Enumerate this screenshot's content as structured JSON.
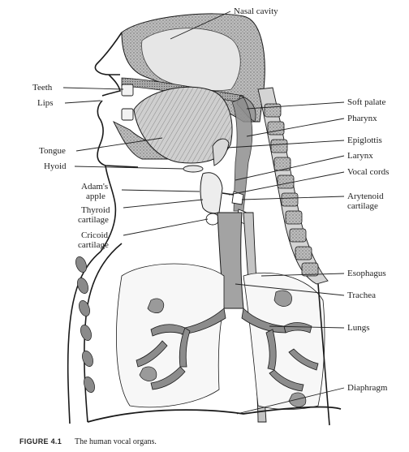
{
  "figure": {
    "caption_prefix": "FIGURE 4.1",
    "caption_text": "The human vocal organs."
  },
  "labels": {
    "nasal_cavity": "Nasal cavity",
    "teeth": "Teeth",
    "lips": "Lips",
    "tongue": "Tongue",
    "hyoid": "Hyoid",
    "adams_apple_l1": "Adam's",
    "adams_apple_l2": "apple",
    "thyroid_l1": "Thyroid",
    "thyroid_l2": "cartilage",
    "cricoid_l1": "Cricoid",
    "cricoid_l2": "cartilage",
    "soft_palate": "Soft palate",
    "pharynx": "Pharynx",
    "epiglottis": "Epiglottis",
    "larynx": "Larynx",
    "vocal_cords": "Vocal cords",
    "arytenoid_l1": "Arytenoid",
    "arytenoid_l2": "cartilage",
    "esophagus": "Esophagus",
    "trachea": "Trachea",
    "lungs": "Lungs",
    "diaphragm": "Diaphragm"
  },
  "colors": {
    "ink": "#1a1a1a",
    "shade": "#9a9a9a",
    "light_shade": "#c8c8c8",
    "dark_shade": "#7a7a7a"
  }
}
